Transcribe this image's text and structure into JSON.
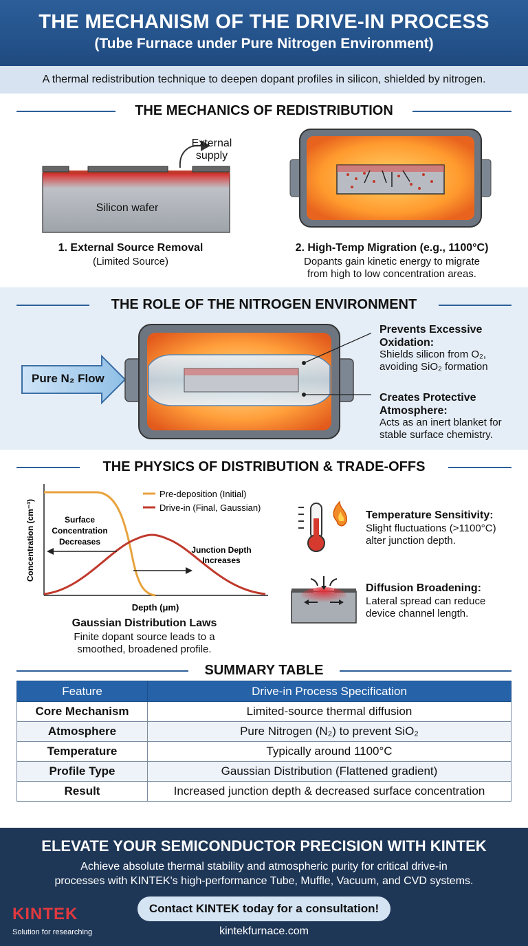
{
  "header": {
    "title": "THE MECHANISM OF THE DRIVE-IN PROCESS",
    "subtitle": "(Tube Furnace under Pure Nitrogen Environment)"
  },
  "intro": "A thermal redistribution technique to deepen dopant profiles in silicon, shielded by nitrogen.",
  "mechanics": {
    "title": "THE MECHANICS OF REDISTRIBUTION",
    "wafer_label": "Silicon wafer",
    "supply_label_1": "External",
    "supply_label_2": "supply",
    "step1_title": "1. External Source Removal",
    "step1_text": "(Limited Source)",
    "step2_title": "2. High-Temp Migration (e.g., 1100°C)",
    "step2_text_1": "Dopants gain kinetic energy to migrate",
    "step2_text_2": "from high to low concentration areas."
  },
  "nitrogen": {
    "title": "THE ROLE OF THE NITROGEN ENVIRONMENT",
    "flow_label": "Pure N₂ Flow",
    "point1_title_1": "Prevents Excessive",
    "point1_title_2": "Oxidation:",
    "point1_text_1": "Shields silicon from O₂,",
    "point1_text_2": "avoiding SiO₂ formation",
    "point2_title_1": "Creates Protective",
    "point2_title_2": "Atmosphere:",
    "point2_text_1": "Acts as an inert blanket for",
    "point2_text_2": "stable surface chemistry."
  },
  "physics": {
    "title": "THE PHYSICS OF DISTRIBUTION & TRADE-OFFS",
    "graph_caption_title": "Gaussian Distribution Laws",
    "graph_caption_1": "Finite dopant source leads to a",
    "graph_caption_2": "smoothed, broadened profile.",
    "temp_title": "Temperature Sensitivity:",
    "temp_text_1": "Slight fluctuations (>1100°C)",
    "temp_text_2": "alter junction depth.",
    "diff_title": "Diffusion Broadening:",
    "diff_text_1": "Lateral spread can reduce",
    "diff_text_2": "device channel length."
  },
  "chart_data": {
    "type": "line",
    "xlabel": "Depth (μm)",
    "ylabel": "Concentration (cm⁻³)",
    "series": [
      {
        "name": "Pre-deposition (Initial)",
        "color": "#e8a23c"
      },
      {
        "name": "Drive-in (Final, Gaussian)",
        "color": "#c0392b"
      }
    ],
    "annotations": [
      {
        "lines": [
          "Surface",
          "Concentration",
          "Decreases"
        ]
      },
      {
        "lines": [
          "Junction Depth",
          "Increases"
        ]
      }
    ]
  },
  "summary": {
    "title": "SUMMARY TABLE",
    "headers": [
      "Feature",
      "Drive-in Process Specification"
    ],
    "rows": [
      {
        "feature": "Core Mechanism",
        "spec": "Limited-source thermal diffusion"
      },
      {
        "feature": "Atmosphere",
        "spec": "Pure Nitrogen (N₂) to prevent SiO₂"
      },
      {
        "feature": "Temperature",
        "spec": "Typically around 1100°C"
      },
      {
        "feature": "Profile Type",
        "spec": "Gaussian Distribution (Flattened gradient)"
      },
      {
        "feature": "Result",
        "spec": "Increased junction depth & decreased surface concentration"
      }
    ]
  },
  "footer": {
    "title": "ELEVATE YOUR SEMICONDUCTOR PRECISION WITH KINTEK",
    "text_1": "Achieve absolute thermal stability and atmospheric purity for critical drive-in",
    "text_2": "processes with KINTEK's high-performance Tube, Muffle, Vacuum, and CVD systems.",
    "cta": "Contact KINTEK today for a consultation!",
    "url": "kintekfurnace.com",
    "logo": "KINTEK",
    "tagline": "Solution for researching"
  }
}
